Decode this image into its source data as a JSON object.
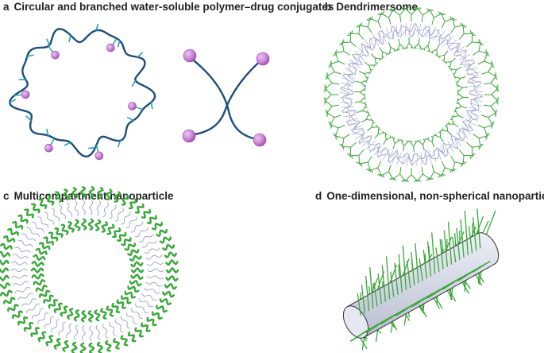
{
  "panels": [
    {
      "letter": "a",
      "title": "Circular and branched water-soluble polymer–drug conjugates"
    },
    {
      "letter": "b",
      "title": "Dendrimersome"
    },
    {
      "letter": "c",
      "title": "Multicompartment nanoparticle"
    },
    {
      "letter": "d",
      "title": "One-dimensional, non-spherical nanoparticle"
    }
  ],
  "colors": {
    "polymer": "#1d4e79",
    "drug_sphere": "#c986d6",
    "drug_sphere_dark": "#9b4fad",
    "linker": "#2a9fb0",
    "dendron_green": "#3aa63a",
    "core_lavender": "#9aa0cc",
    "cylinder_fill": "#d7dae6",
    "cylinder_edge": "#333333"
  }
}
